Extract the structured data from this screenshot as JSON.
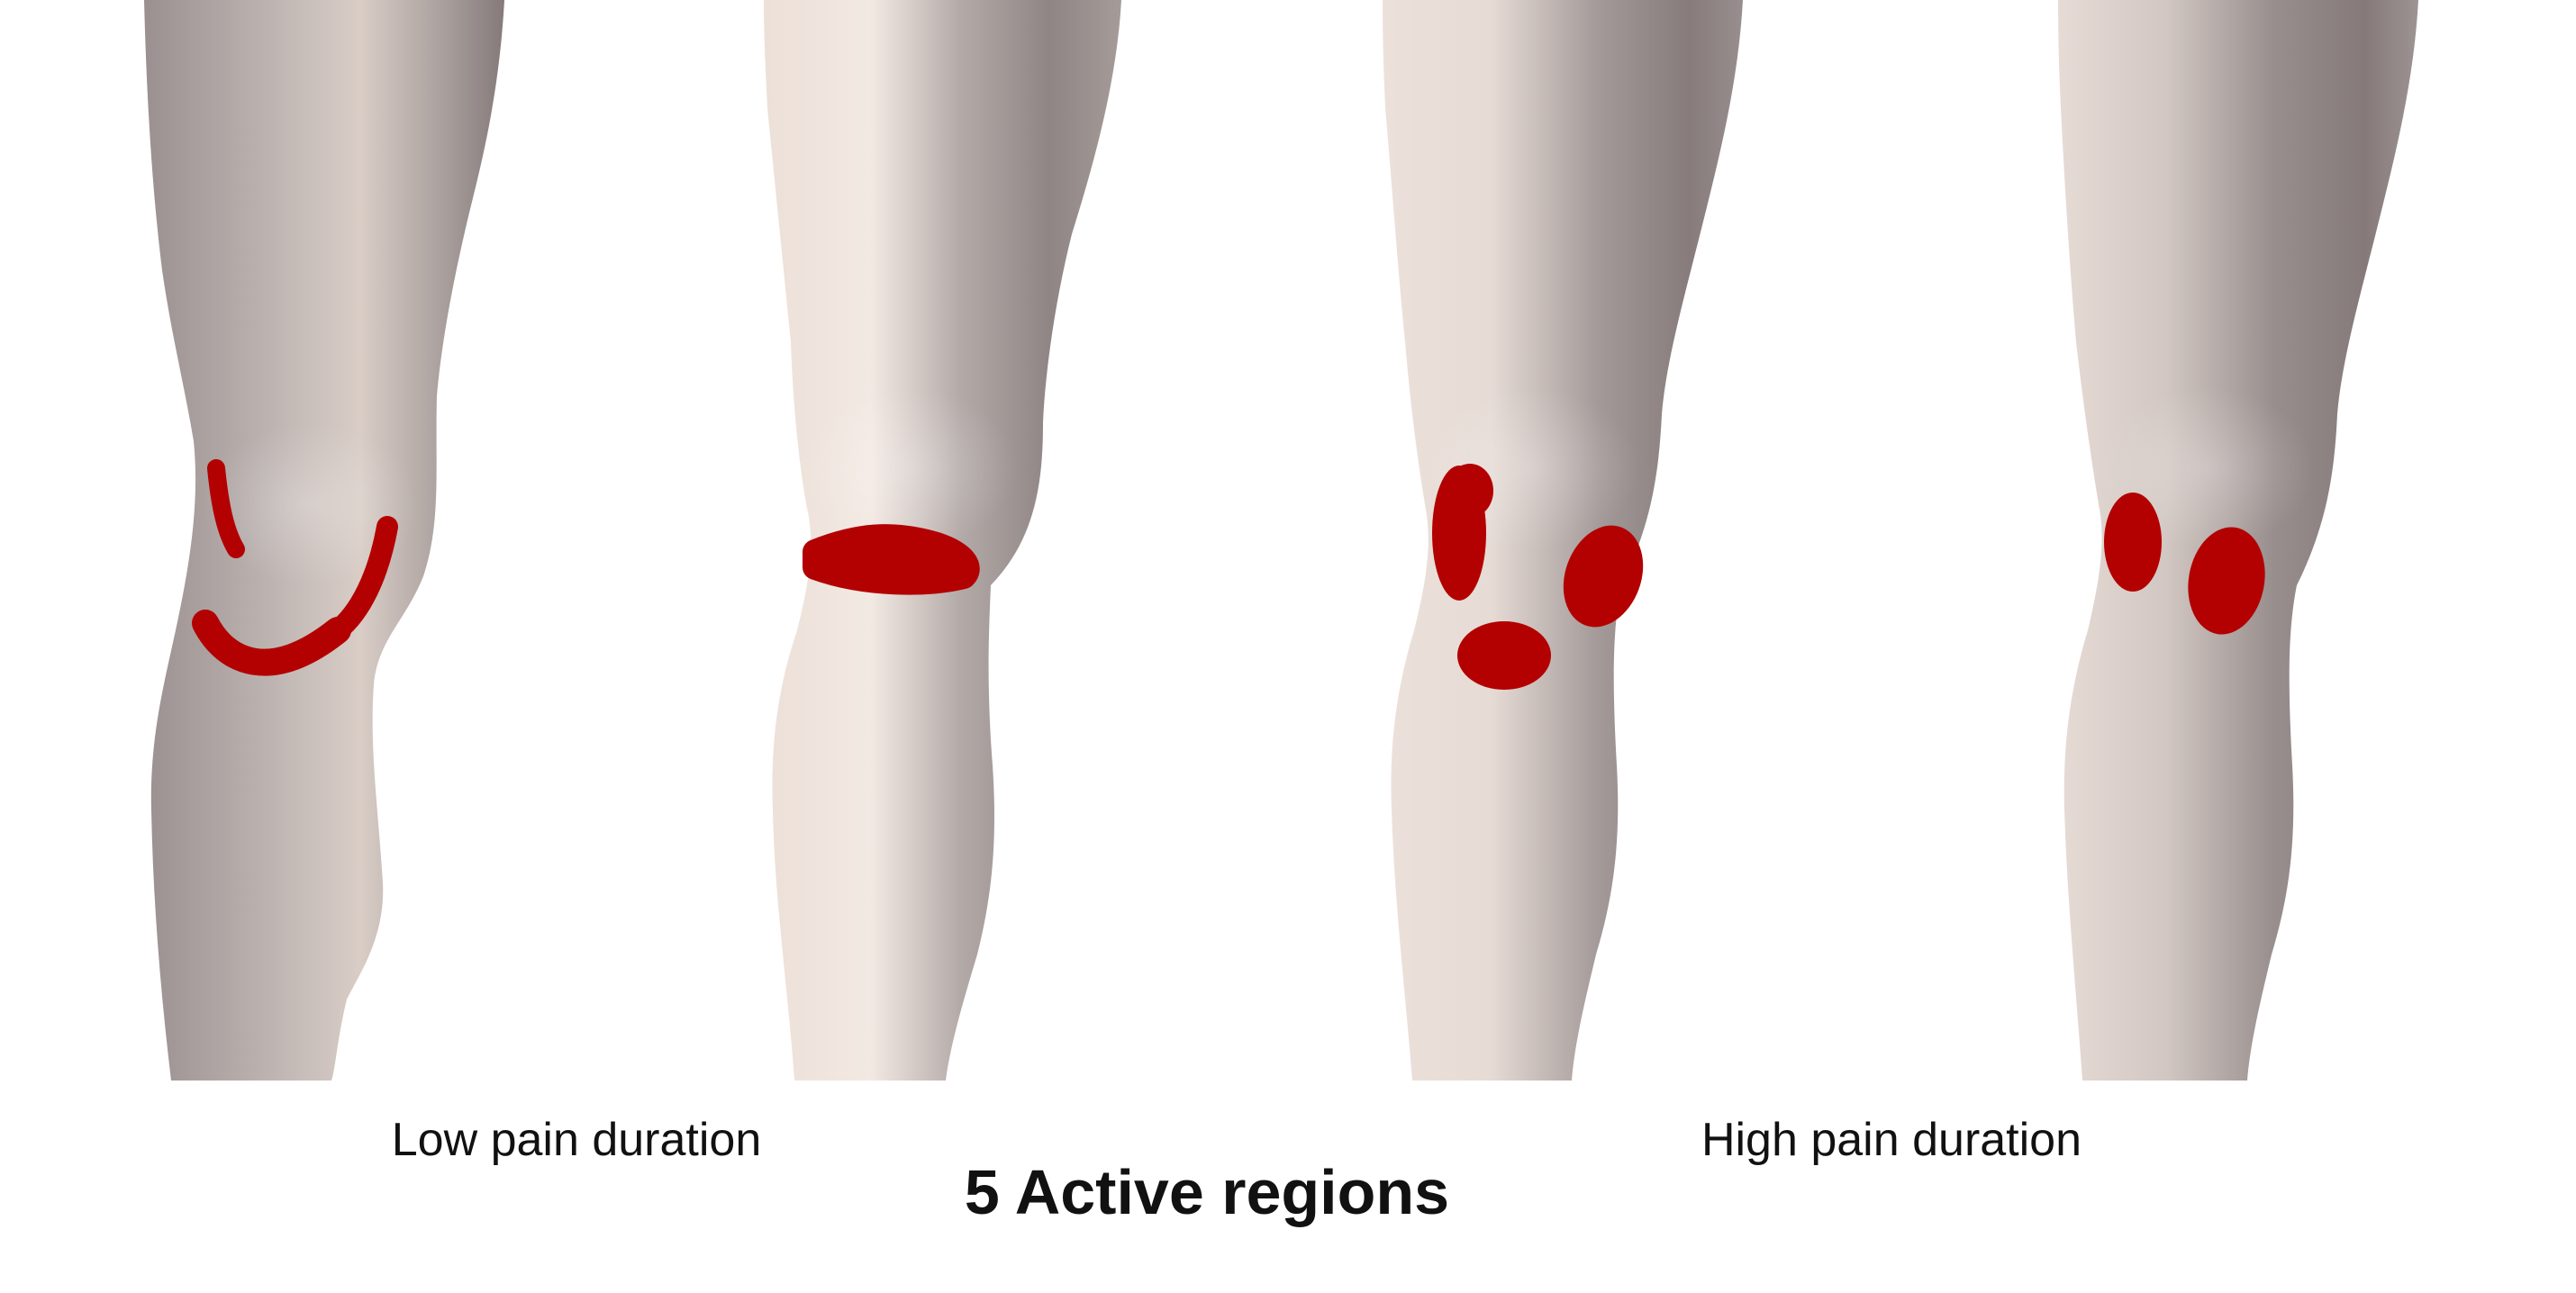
{
  "figure": {
    "panels": [
      {
        "label": "knee-1",
        "pain_regions": 3
      },
      {
        "label": "knee-2",
        "pain_regions": 1
      },
      {
        "label": "knee-3",
        "pain_regions": 3
      },
      {
        "label": "knee-4",
        "pain_regions": 2
      }
    ],
    "colors": {
      "pain_marking": "#b30000",
      "skin_light": "#e7dcd6",
      "skin_shadow": "#8b7f7e",
      "background": "#ffffff"
    }
  },
  "captions": {
    "low": "Low pain duration",
    "high": "High pain duration",
    "title": "5 Active regions"
  }
}
